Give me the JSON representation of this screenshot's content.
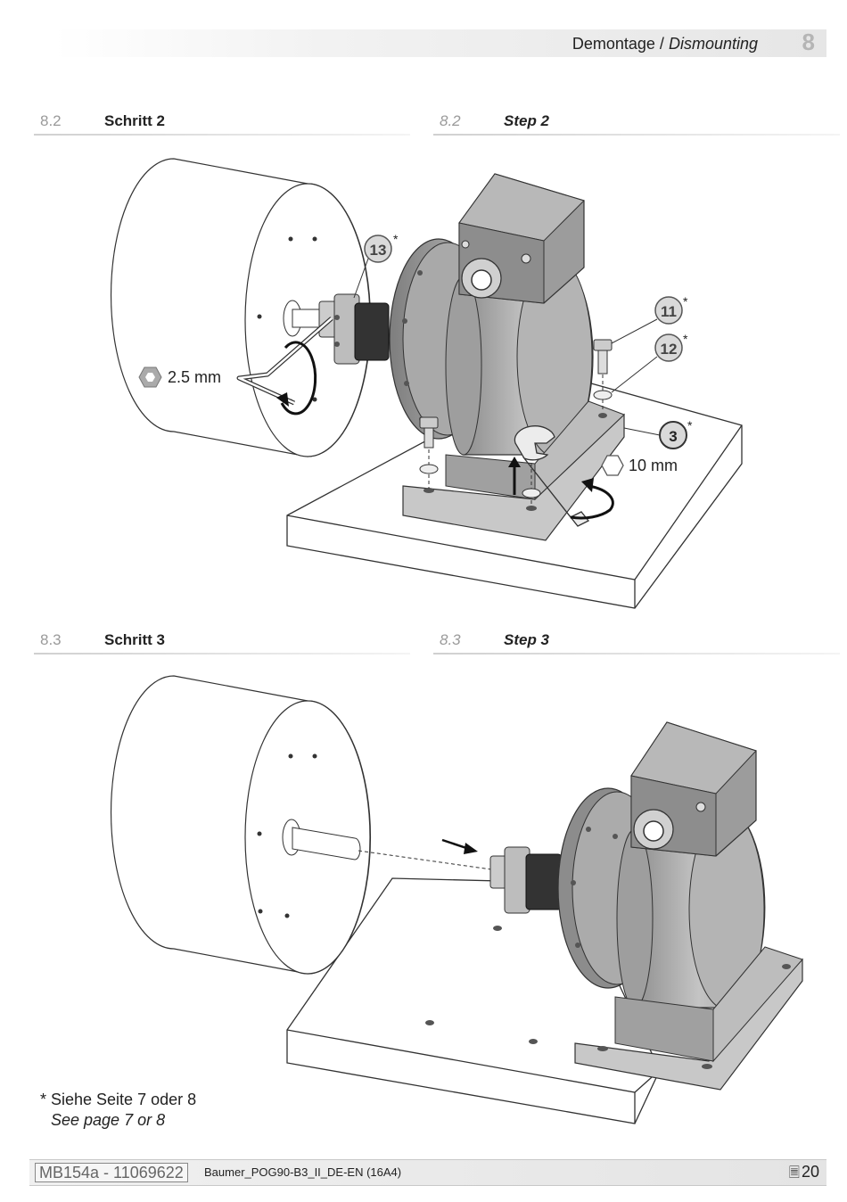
{
  "header": {
    "title_de": "Demontage /",
    "title_en": "Dismounting",
    "chapter": "8"
  },
  "sections": [
    {
      "num_de": "8.2",
      "title_de": "Schritt 2",
      "num_en": "8.2",
      "title_en": "Step 2"
    },
    {
      "num_de": "8.3",
      "title_de": "Schritt 3",
      "num_en": "8.3",
      "title_en": "Step 3"
    }
  ],
  "figure_step2": {
    "callouts": [
      "13",
      "11",
      "12",
      "3"
    ],
    "asterisk": "*",
    "hex_key_size": "2.5 mm",
    "wrench_size": "10 mm"
  },
  "footnote": {
    "de": "* Siehe Seite 7 oder 8",
    "en": "See page 7 or 8"
  },
  "footer": {
    "doc_id": "MB154a - 11069622",
    "file": "Baumer_POG90-B3_II_DE-EN (16A4)",
    "page_icon": "document-icon",
    "page": "20"
  },
  "colors": {
    "metal": "#b4b4b4",
    "metal_dark": "#8c8c8c",
    "metal_light": "#d2d2d2",
    "outline": "#333333",
    "callout_fill": "#d9d9d9"
  }
}
